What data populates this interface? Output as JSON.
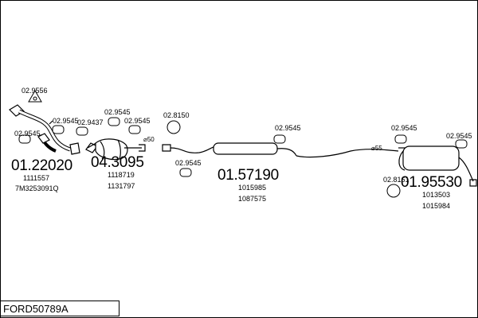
{
  "diagram": {
    "code": "FORD50789A",
    "parts": [
      {
        "number": "01.22020",
        "refs": [
          "1111557",
          "7M3253091Q"
        ]
      },
      {
        "number": "04.3095",
        "refs": [
          "1118719",
          "1131797"
        ]
      },
      {
        "number": "01.57190",
        "refs": [
          "1015985",
          "1087575"
        ]
      },
      {
        "number": "01.95530",
        "refs": [
          "1013503",
          "1015984"
        ]
      }
    ],
    "accessories": {
      "a1": "02.9556",
      "a2": "02.9545",
      "a3": "02.9545",
      "a4": "02.9437",
      "a5": "02.9545",
      "a6": "02.9545",
      "a7": "02.8150",
      "a8": "02.9545",
      "a9": "02.9545",
      "a10": "02.9545",
      "a11": "02.9545",
      "a12": "02.8161"
    },
    "diameters": {
      "d1": "⌀50",
      "d2": "⌀55"
    }
  }
}
